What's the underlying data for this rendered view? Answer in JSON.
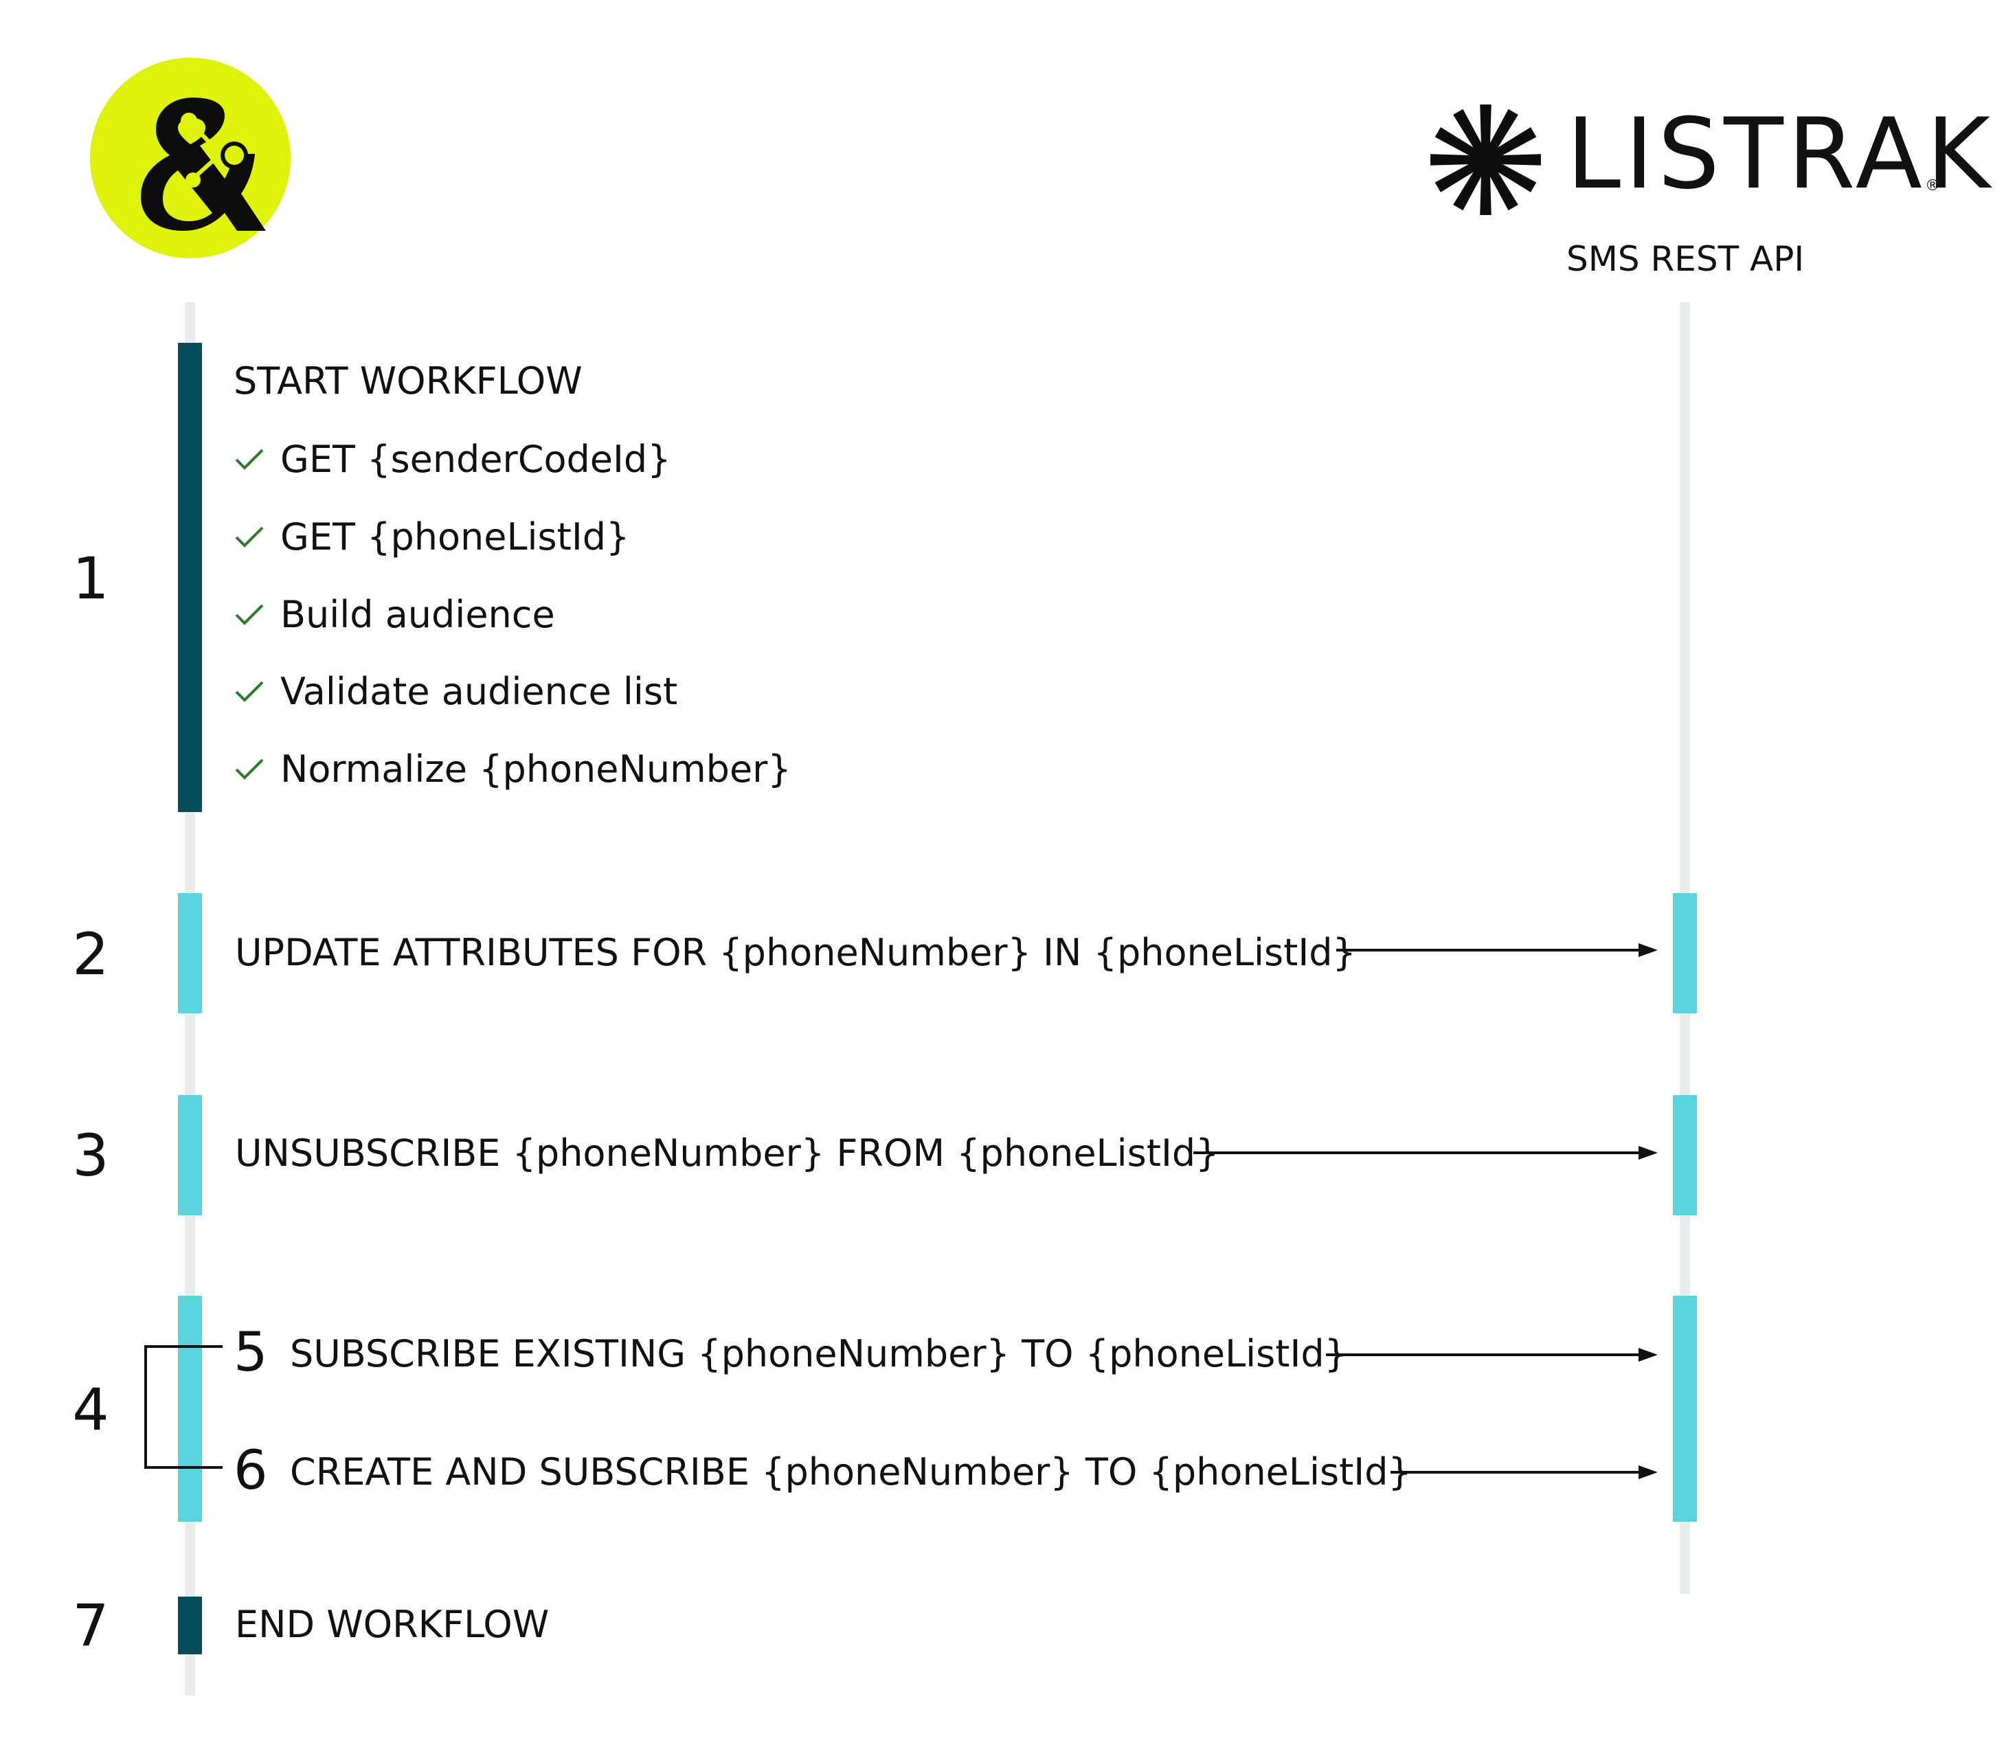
{
  "logos": {
    "ampersand_icon": "ampersand-icon",
    "listrak_word": "LISTRAK",
    "listrak_reg": "®",
    "api_label": "SMS REST API"
  },
  "colors": {
    "logo_yellow": "#dff20a",
    "bar_dark": "#054c5c",
    "bar_cyan": "#5bd4e0",
    "lane": "#e6ebee",
    "check": "#2f7a2a"
  },
  "steps": {
    "s1": {
      "number": "1",
      "title": "START WORKFLOW",
      "checks": [
        "GET {senderCodeId}",
        "GET {phoneListId}",
        "Build audience",
        "Validate audience list",
        "Normalize {phoneNumber}"
      ]
    },
    "s2": {
      "number": "2",
      "message": "UPDATE ATTRIBUTES FOR {phoneNumber} IN {phoneListId}"
    },
    "s3": {
      "number": "3",
      "message": "UNSUBSCRIBE {phoneNumber} FROM {phoneListId}"
    },
    "s4": {
      "number": "4"
    },
    "s5": {
      "number": "5",
      "message": "SUBSCRIBE EXISTING {phoneNumber} TO {phoneListId}"
    },
    "s6": {
      "number": "6",
      "message": "CREATE AND SUBSCRIBE {phoneNumber} TO {phoneListId}"
    },
    "s7": {
      "number": "7",
      "message": "END WORKFLOW"
    }
  }
}
